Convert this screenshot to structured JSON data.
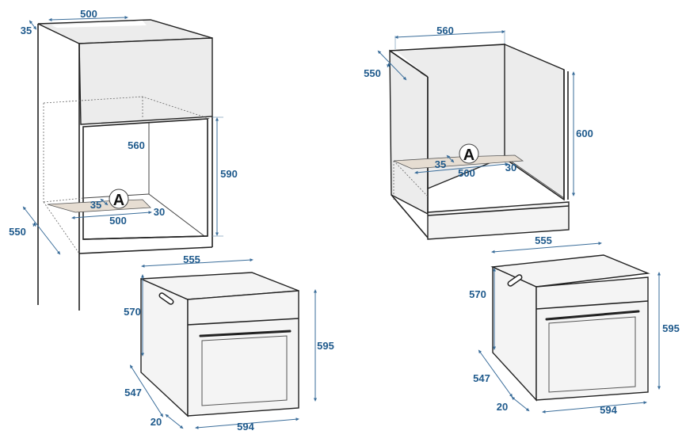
{
  "accent_color": "#1f5a8c",
  "left_installation": {
    "cabinet": {
      "top_vent_width": "500",
      "top_vent_depth": "35",
      "niche_width": "560",
      "niche_height": "590",
      "floor_cutout_depth": "35",
      "floor_cutout_width": "500",
      "floor_cutout_offset": "30",
      "cabinet_depth": "550",
      "cabinet_depth_note": "*",
      "marker": "A"
    },
    "oven": {
      "body_width": "555",
      "body_height": "570",
      "front_height": "595",
      "body_depth": "547",
      "front_thickness": "20",
      "front_width": "594"
    }
  },
  "right_installation": {
    "cabinet": {
      "niche_width": "560",
      "cabinet_depth": "550",
      "cabinet_depth_note": "*",
      "niche_height": "600",
      "floor_cutout_depth": "35",
      "floor_cutout_width": "500",
      "floor_cutout_offset": "30",
      "marker": "A"
    },
    "oven": {
      "body_width": "555",
      "body_height": "570",
      "front_height": "595",
      "body_depth": "547",
      "front_thickness": "20",
      "front_width": "594"
    }
  }
}
